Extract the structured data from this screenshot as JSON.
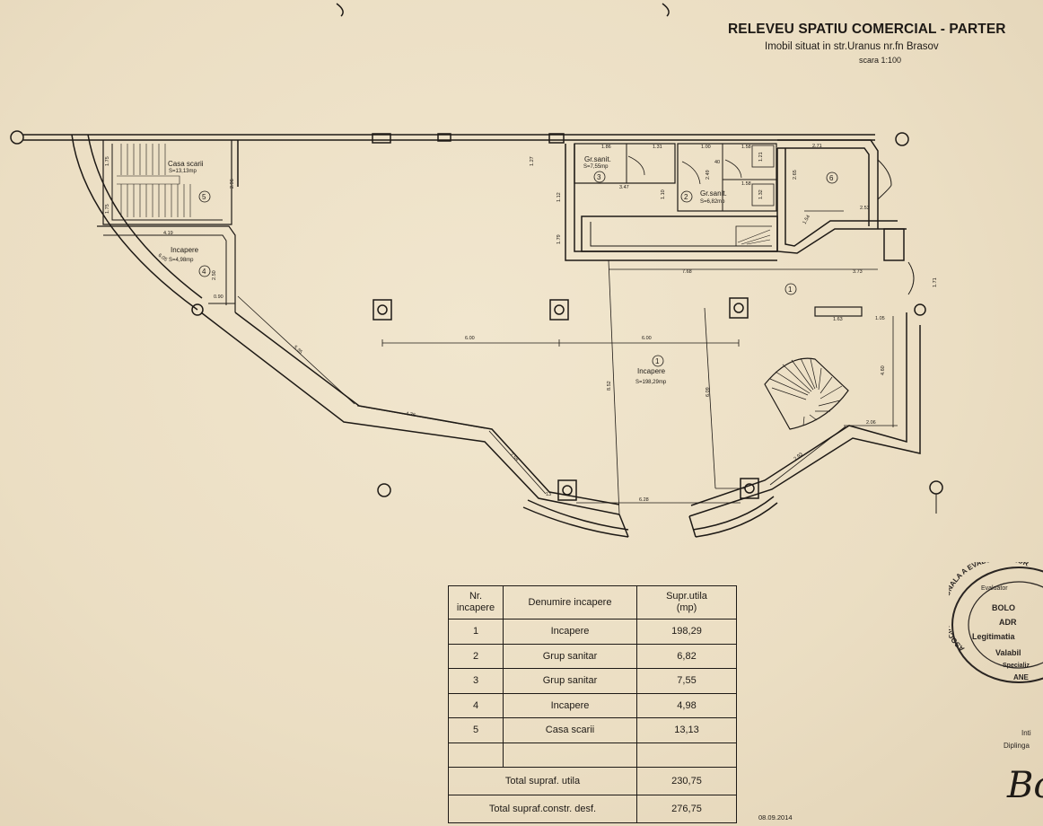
{
  "title": {
    "heading": "RELEVEU SPATIU COMERCIAL - PARTER",
    "subtitle": "Imobil situat in str.Uranus nr.fn Brasov",
    "scale": "scara 1:100"
  },
  "plan": {
    "rooms": {
      "r1": {
        "label": "Incapere",
        "area": "S=198,29mp",
        "num": "1"
      },
      "r2": {
        "label": "Gr.sanit.",
        "area": "S=6,82mp",
        "num": "2"
      },
      "r3": {
        "label": "Gr.sanit.",
        "area": "S=7,55mp",
        "num": "3"
      },
      "r4": {
        "label": "Incapere",
        "area": "S=4,98mp",
        "num": "4"
      },
      "r5": {
        "label": "Casa scarii",
        "area": "S=13,13mp",
        "num": "5"
      },
      "r6": {
        "num": "6"
      }
    },
    "dims": {
      "d600a": "6.00",
      "d600b": "6.00",
      "d768": "7.68",
      "d373": "3.73",
      "d852": "8.52",
      "d609": "6.09",
      "d628": "6.28",
      "d535": "5.35",
      "d436": "4.36",
      "d259": "2.59",
      "d293": "2.93",
      "d206": "2.06",
      "d460": "4.60",
      "d163": "1.63",
      "d105": "1.05",
      "d171": "1.71",
      "d271": "2.71",
      "d265": "2.65",
      "d253": "2.53",
      "d154": "1.54",
      "d347": "3.47",
      "d186": "1.86",
      "d131": "1.31",
      "d100": "1.00",
      "d158a": "1.58",
      "d158b": "1.58",
      "d40": "40",
      "d249": "2.49",
      "d121": "1.21",
      "d132": "1.32",
      "d110": "1.10",
      "d127": "1.27",
      "d112": "1.12",
      "d179": "1.79",
      "d419": "4.19",
      "d296": "2.96",
      "d175a": "1.75",
      "d175b": "1.75",
      "d090": "0.90",
      "d605": "6.05",
      "d250": "2.50",
      "d118": "1.18",
      "d122": "1.22",
      "d113": "1.13",
      "d013": "13"
    }
  },
  "table": {
    "headers": {
      "num": [
        "Nr.",
        "incapere"
      ],
      "name": "Denumire incapere",
      "area": [
        "Supr.utila",
        "(mp)"
      ]
    },
    "rows": [
      {
        "num": "1",
        "name": "Incapere",
        "area": "198,29"
      },
      {
        "num": "2",
        "name": "Grup sanitar",
        "area": "6,82"
      },
      {
        "num": "3",
        "name": "Grup sanitar",
        "area": "7,55"
      },
      {
        "num": "4",
        "name": "Incapere",
        "area": "4,98"
      },
      {
        "num": "5",
        "name": "Casa scarii",
        "area": "13,13"
      }
    ],
    "totals": [
      {
        "label": "Total supraf. utila",
        "value": "230,75"
      },
      {
        "label": "Total supraf.constr. desf.",
        "value": "276,75"
      }
    ]
  },
  "stamp": {
    "lines": [
      "Evaluator",
      "BOLO",
      "ADR",
      "Legitimatia",
      "Valabil",
      "Specializ",
      "ANE"
    ],
    "ring": "ASOCIATIA NATIONALA A EVALUATORILOR"
  },
  "side_text": [
    "Inti",
    "Diplinga"
  ],
  "signature": "Bo",
  "date": "08.09.2014"
}
